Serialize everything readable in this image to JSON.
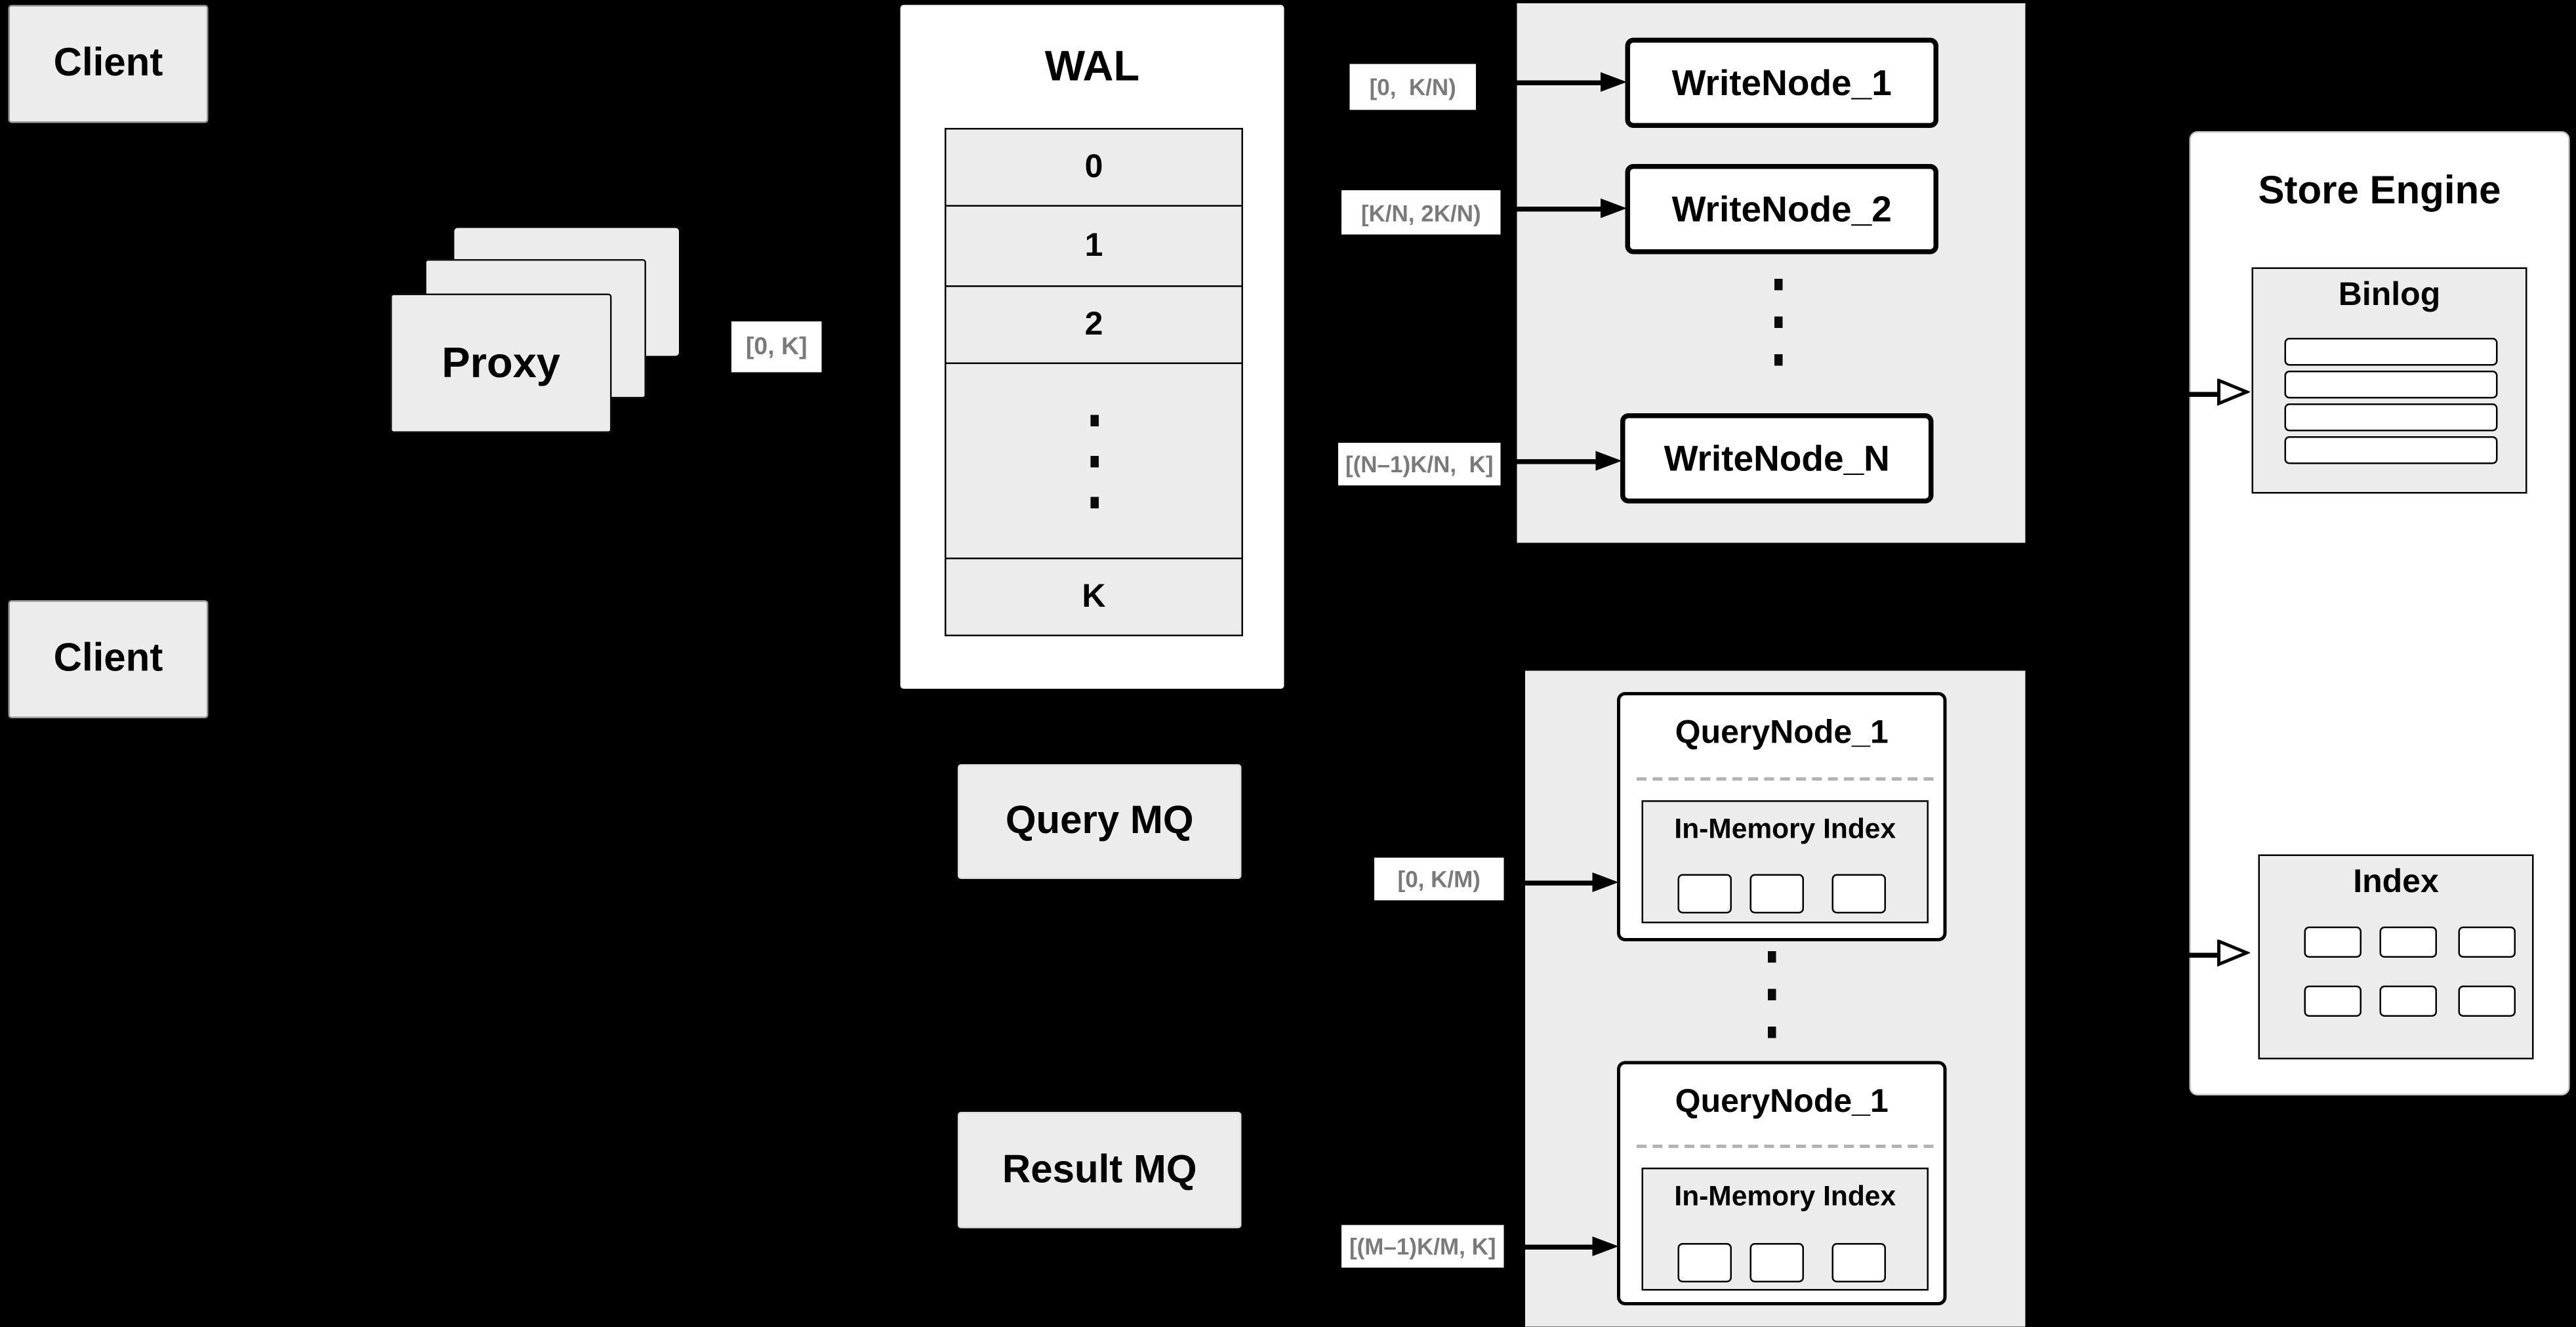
{
  "colors": {
    "background": "#000000",
    "panel_gray": "#ececec",
    "box_white": "#ffffff",
    "line_black": "#000000",
    "chip_text_gray": "#7a7a7a"
  },
  "clients": {
    "top": "Client",
    "bottom": "Client"
  },
  "proxy": {
    "label": "Proxy",
    "chip": "[0, K]"
  },
  "wal": {
    "title": "WAL",
    "rows": [
      "0",
      "1",
      "2"
    ],
    "last_row": "K"
  },
  "write_section": {
    "chips": [
      "[0,  K/N)",
      "[K/N, 2K/N)",
      "[(N–1)K/N,  K]"
    ],
    "nodes": [
      "WriteNode_1",
      "WriteNode_2",
      "WriteNode_N"
    ]
  },
  "query_mq": "Query MQ",
  "result_mq": "Result MQ",
  "query_section": {
    "chips": [
      "[0, K/M)",
      "[(M–1)K/M, K]"
    ],
    "node_top": {
      "title": "QueryNode_1",
      "inner_title": "In-Memory Index"
    },
    "node_bottom": {
      "title": "QueryNode_1",
      "inner_title": "In-Memory Index"
    }
  },
  "store_engine": {
    "title": "Store Engine",
    "binlog": "Binlog",
    "index": "Index"
  }
}
